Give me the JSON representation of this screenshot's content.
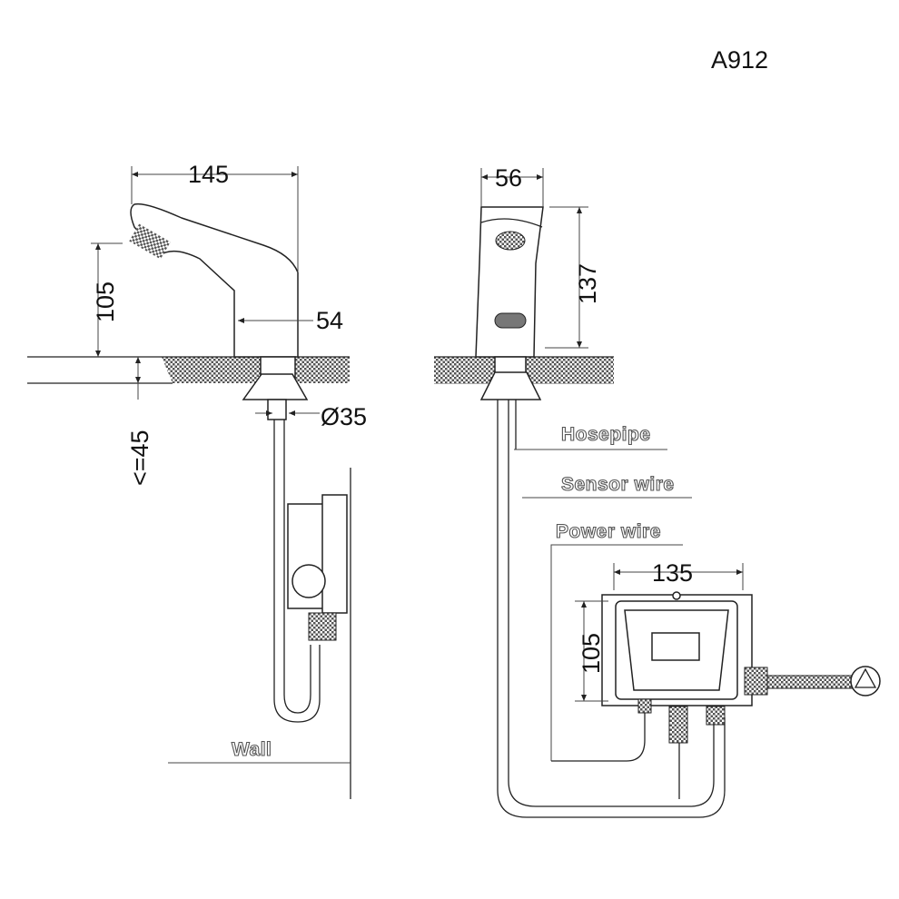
{
  "model": "A912",
  "side_view": {
    "width": "145",
    "height": "105",
    "base": "54",
    "thickness": "<=45",
    "hole_diameter": "Ø35"
  },
  "front_view": {
    "width": "56",
    "height": "137"
  },
  "labels": {
    "hosepipe": "Hosepipe",
    "sensor_wire": "Sensor wire",
    "power_wire": "Power wire",
    "wall": "Wall"
  },
  "control_box": {
    "width": "135",
    "height": "105"
  }
}
